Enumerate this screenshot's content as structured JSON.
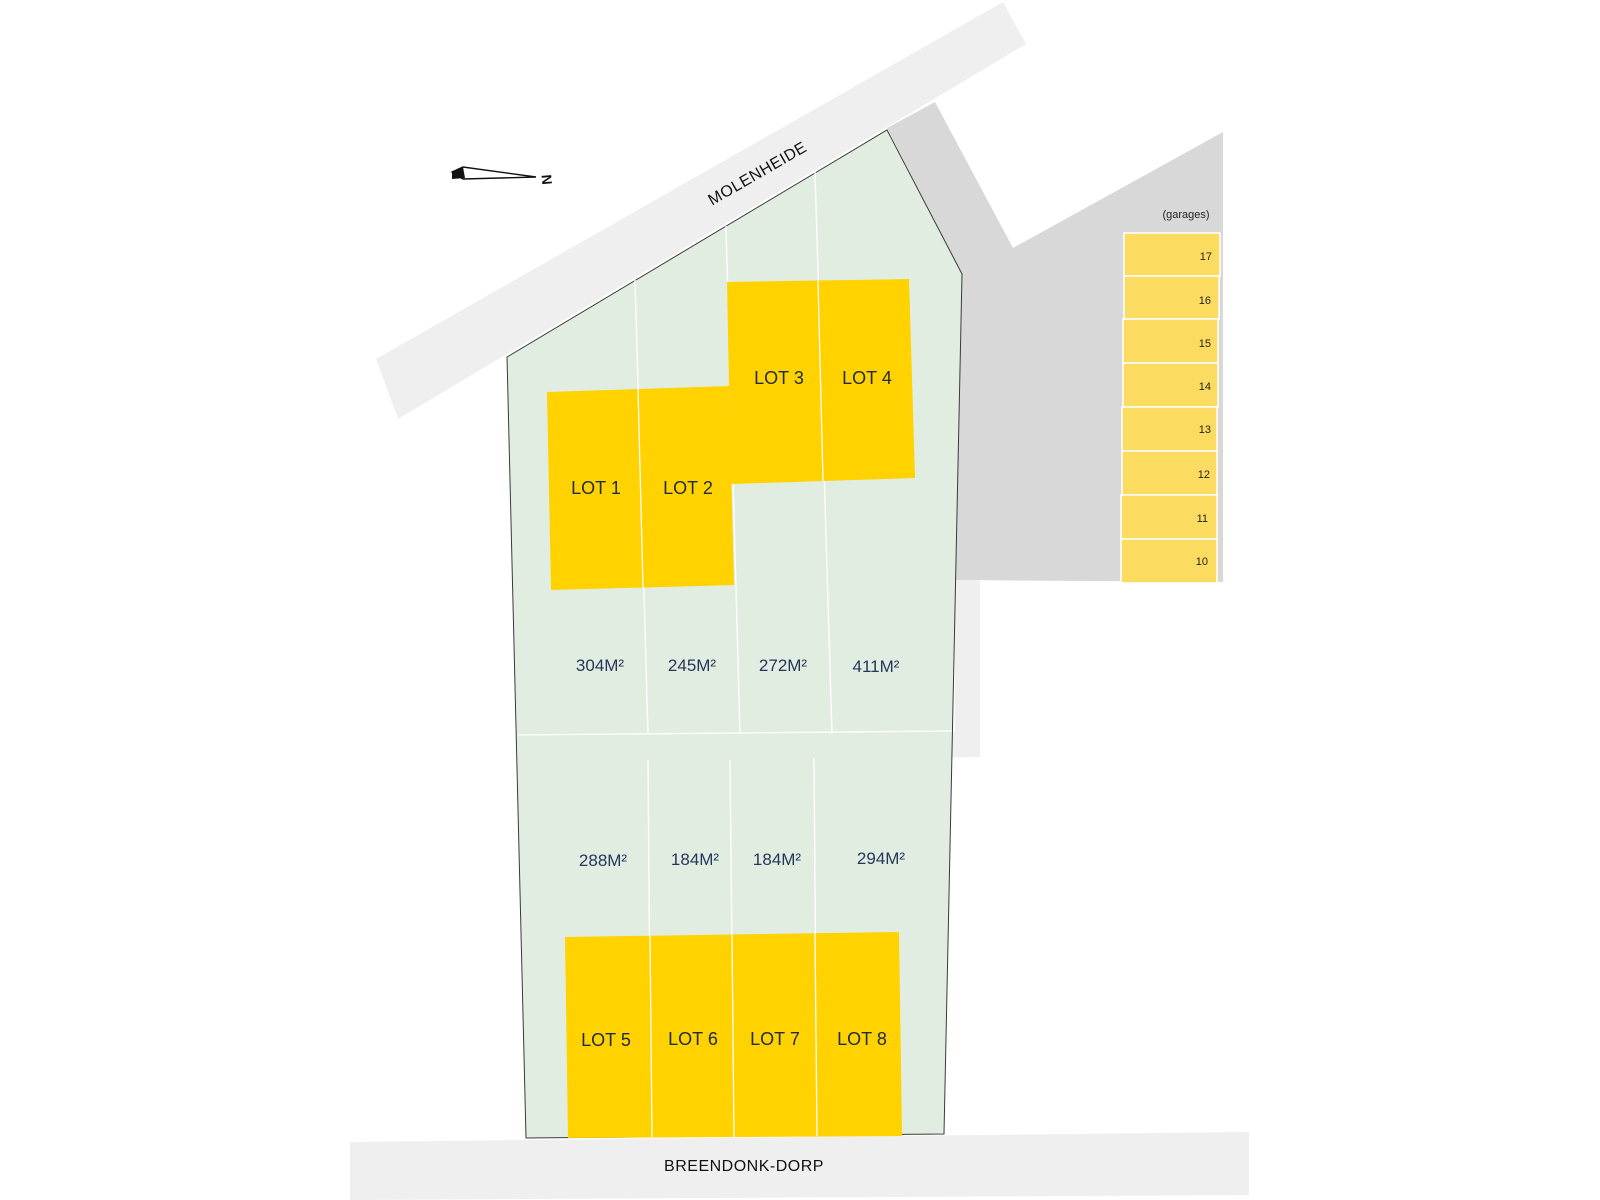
{
  "streets": {
    "top": "MOLENHEIDE",
    "bottom": "BREENDONK-DORP"
  },
  "north_arrow": {
    "label": "N"
  },
  "lots": [
    {
      "name": "LOT 1",
      "area": "304M²"
    },
    {
      "name": "LOT 2",
      "area": "245M²"
    },
    {
      "name": "LOT 3",
      "area": "272M²"
    },
    {
      "name": "LOT 4",
      "area": "411M²"
    },
    {
      "name": "LOT 5",
      "area": "288M²"
    },
    {
      "name": "LOT 6",
      "area": "184M²"
    },
    {
      "name": "LOT 7",
      "area": "184M²"
    },
    {
      "name": "LOT 8",
      "area": "294M²"
    }
  ],
  "garages": {
    "heading": "(garages)",
    "numbers": [
      "17",
      "16",
      "15",
      "14",
      "13",
      "12",
      "11",
      "10"
    ]
  },
  "colors": {
    "house": "#ffd200",
    "garage": "#fcdc60",
    "garden": "#e2ede1",
    "road": "#efefef",
    "paved": "#d8d8d8",
    "label": "#1f2a44"
  }
}
